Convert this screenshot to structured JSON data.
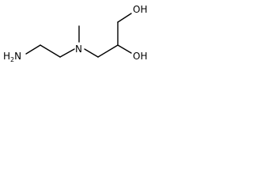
{
  "molecule": {
    "atoms": {
      "amine": {
        "main": "H",
        "sub": "2",
        "tail": "N"
      },
      "nitrogen": "N",
      "hydroxyl_top": "OH",
      "hydroxyl_right": "OH"
    },
    "line_color": "#000000",
    "background": "#ffffff"
  }
}
